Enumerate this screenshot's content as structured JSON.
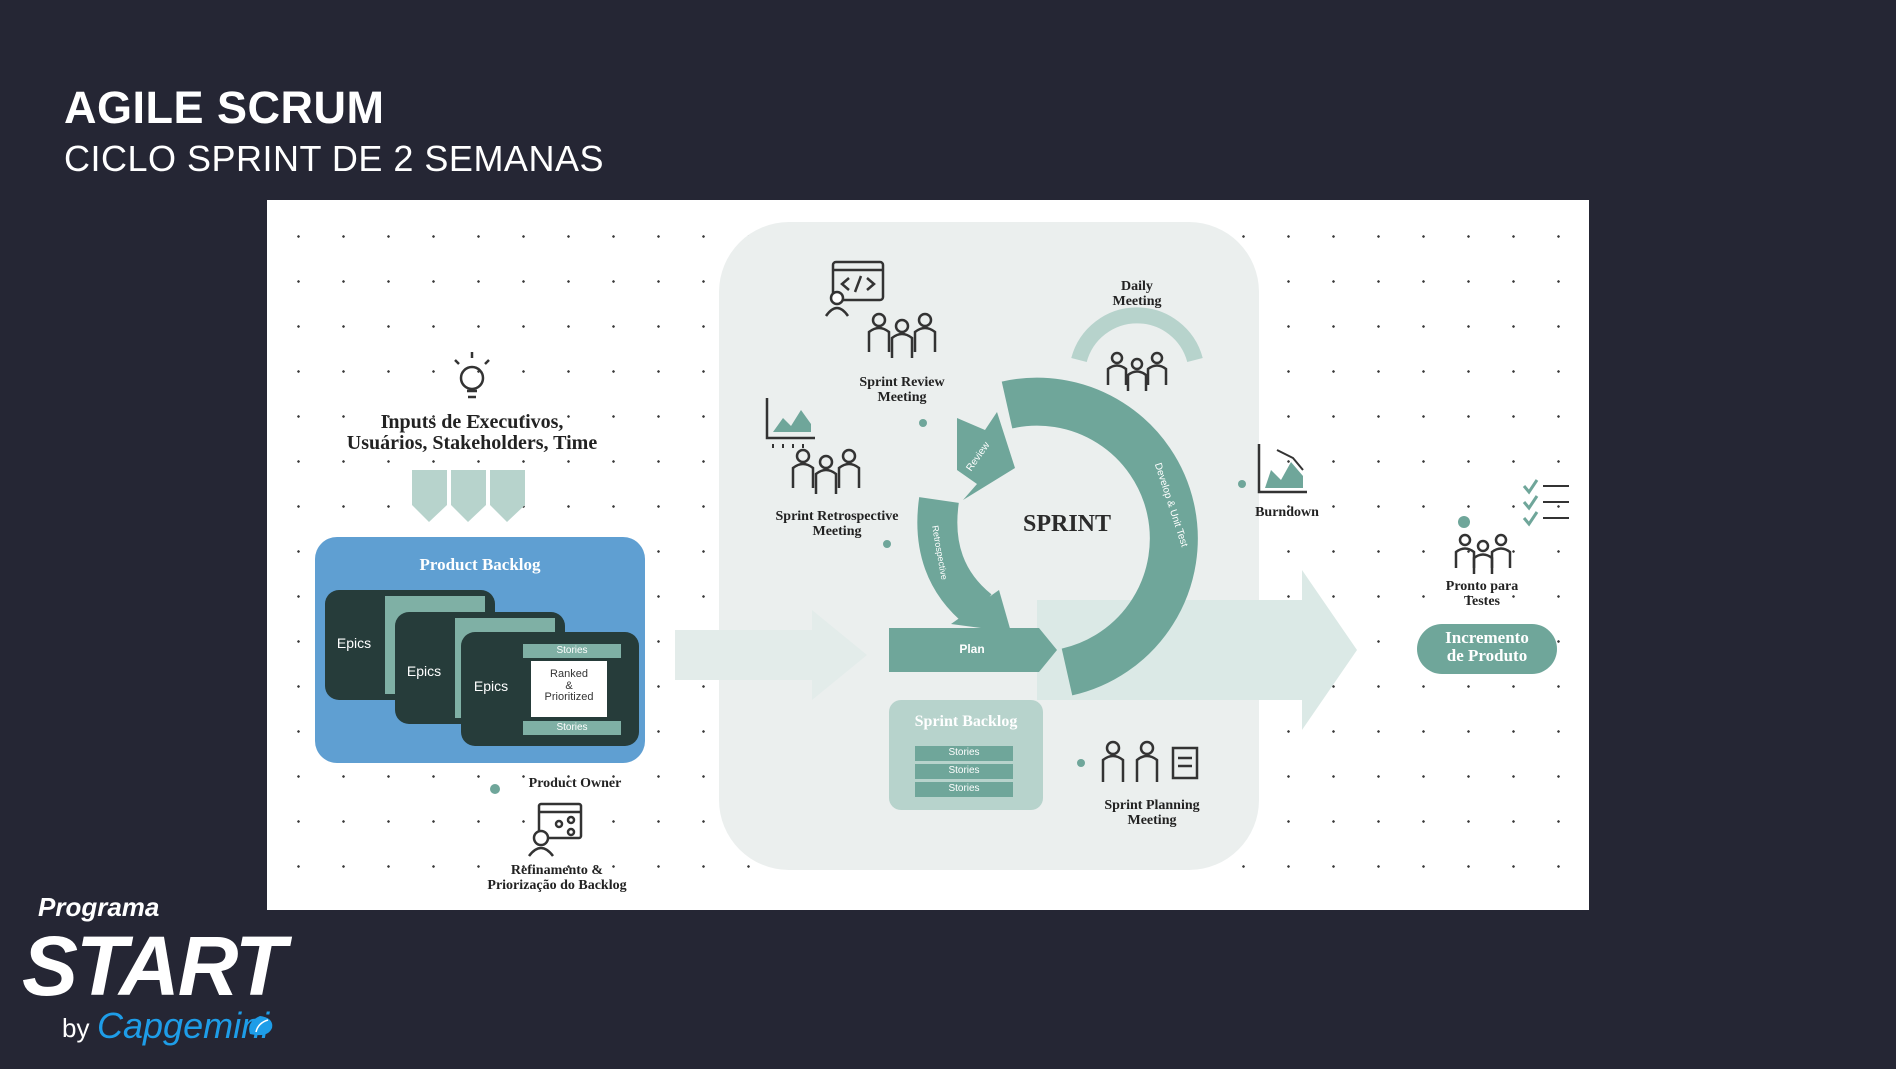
{
  "header": {
    "title": "AGILE SCRUM",
    "subtitle": "CICLO SPRINT DE 2 SEMANAS"
  },
  "diagram": {
    "inputs": [
      "Inputs de Executivos,",
      "Usuários, Stakeholders, Time"
    ],
    "product_backlog": {
      "title": "Product Backlog",
      "epics": [
        "Epics",
        "Epics",
        "Epics"
      ],
      "stories_top": "Stories",
      "ranked": [
        "Ranked",
        "&",
        "Prioritized"
      ],
      "stories_bottom": "Stories"
    },
    "product_owner": "Product Owner",
    "refinement": [
      "Refinamento &",
      "Priorização do Backlog"
    ],
    "sprint_review": [
      "Sprint Review",
      "Meeting"
    ],
    "daily": [
      "Daily",
      "Meeting"
    ],
    "retrospective": [
      "Sprint Retrospective",
      "Meeting"
    ],
    "burndown": "Burndown",
    "sprint": "SPRINT",
    "arc_review": "Review",
    "arc_retro": "Retrospective",
    "arc_develop": "Develop & Unit Test",
    "plan": "Plan",
    "sprint_backlog": {
      "title": "Sprint Backlog",
      "stories": [
        "Stories",
        "Stories",
        "Stories"
      ]
    },
    "sprint_planning": [
      "Sprint Planning",
      "Meeting"
    ],
    "ready": [
      "Pronto para",
      "Testes"
    ],
    "increment": [
      "Incremento",
      "de Produto"
    ]
  },
  "brand": {
    "programa": "Programa",
    "start": "START",
    "by": "by",
    "capgemini": "Capgemini"
  },
  "colors": {
    "background": "#252634",
    "teal": "#6fa69a",
    "teal_light": "#b7d3cc",
    "backlog_blue": "#5f9fd2",
    "panel": "#ebefee"
  }
}
